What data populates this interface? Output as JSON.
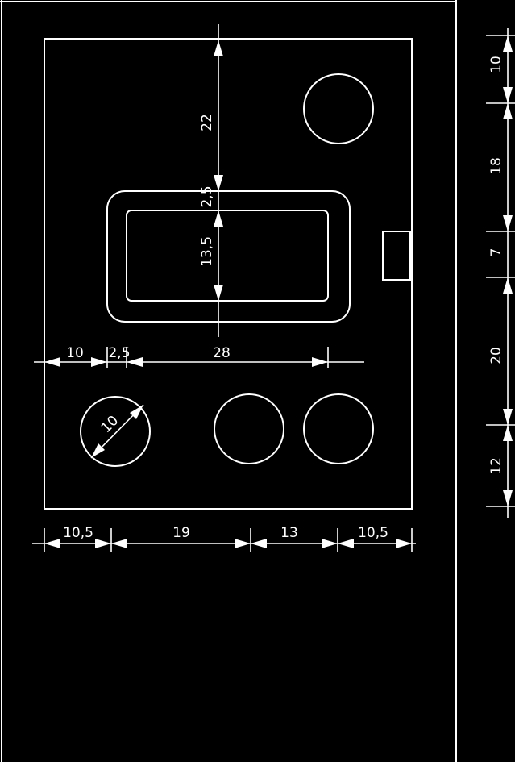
{
  "colors": {
    "background": "#000000",
    "lines": "#ffffff"
  },
  "panel": {
    "dims": {
      "top_to_frame": "22",
      "frame_border": "2,5",
      "window_height": "13,5",
      "left_margin": "10",
      "frame_side": "2,5",
      "window_width": "28",
      "hole_diameter": "10"
    },
    "bottom_dims": [
      "10,5",
      "19",
      "13",
      "10,5"
    ]
  },
  "side_dims": [
    "10",
    "18",
    "7",
    "20",
    "12"
  ]
}
